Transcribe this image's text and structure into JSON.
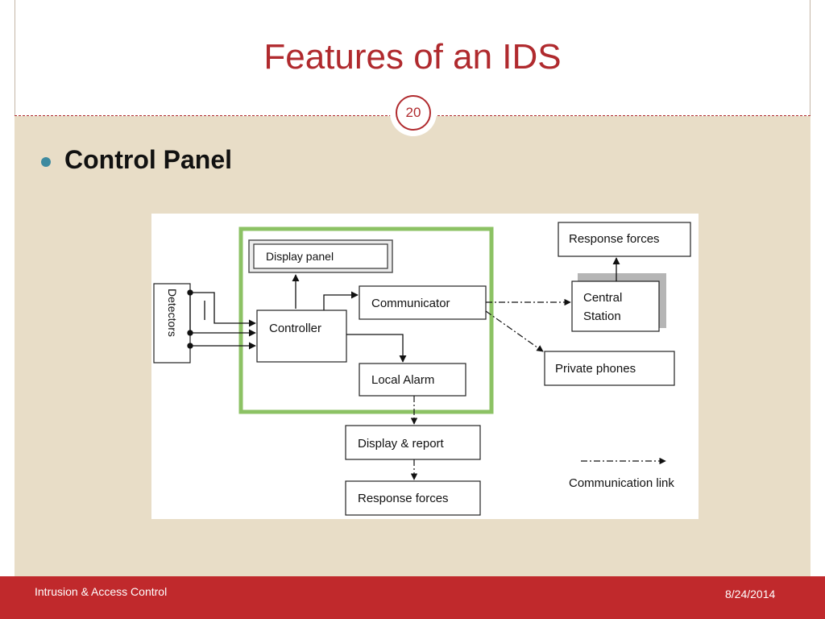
{
  "slide": {
    "title": "Features of an IDS",
    "page_number": "20",
    "bullet": "Control Panel",
    "footer_left": "Intrusion & Access Control",
    "footer_right": "8/24/2014"
  },
  "diagram": {
    "detectors": "Detectors",
    "display_panel": "Display panel",
    "controller": "Controller",
    "communicator": "Communicator",
    "local_alarm": "Local Alarm",
    "display_report": "Display & report",
    "response_forces_bottom": "Response forces",
    "response_forces_top": "Response forces",
    "central_station_line1": "Central",
    "central_station_line2": "Station",
    "private_phones": "Private phones",
    "legend_label": "Communication link"
  },
  "colors": {
    "title": "#b02a2e",
    "footer": "#c0292c",
    "body_background": "#e8ddc7",
    "bullet": "#3d8aa0",
    "panel_border": "#8cc264"
  }
}
